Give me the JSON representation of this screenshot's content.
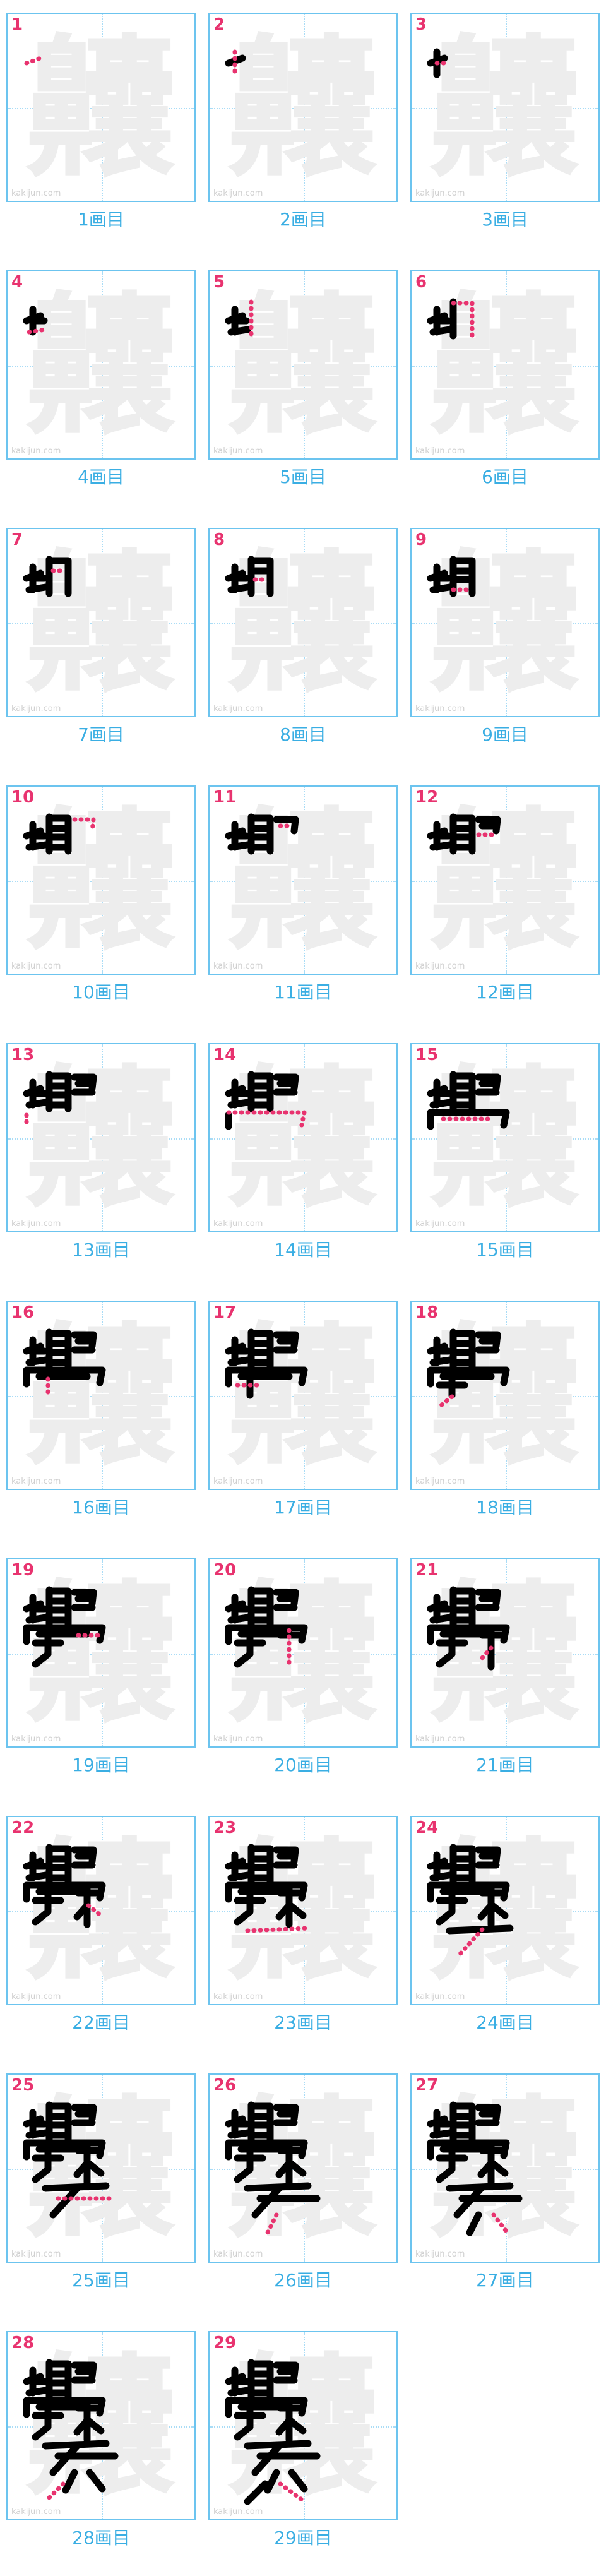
{
  "character": "齉",
  "watermark": "kakijun.com",
  "colors": {
    "border": "#6cc4ef",
    "label": "#3aaee3",
    "number": "#e8336f",
    "ghost": "#ededed",
    "stroke": "#000000",
    "current_stroke": "#e8336f"
  },
  "steps": [
    {
      "num": "1",
      "label": "1画目"
    },
    {
      "num": "2",
      "label": "2画目"
    },
    {
      "num": "3",
      "label": "3画目"
    },
    {
      "num": "4",
      "label": "4画目"
    },
    {
      "num": "5",
      "label": "5画目"
    },
    {
      "num": "6",
      "label": "6画目"
    },
    {
      "num": "7",
      "label": "7画目"
    },
    {
      "num": "8",
      "label": "8画目"
    },
    {
      "num": "9",
      "label": "9画目"
    },
    {
      "num": "10",
      "label": "10画目"
    },
    {
      "num": "11",
      "label": "11画目"
    },
    {
      "num": "12",
      "label": "12画目"
    },
    {
      "num": "13",
      "label": "13画目"
    },
    {
      "num": "14",
      "label": "14画目"
    },
    {
      "num": "15",
      "label": "15画目"
    },
    {
      "num": "16",
      "label": "16画目"
    },
    {
      "num": "17",
      "label": "17画目"
    },
    {
      "num": "18",
      "label": "18画目"
    },
    {
      "num": "19",
      "label": "19画目"
    },
    {
      "num": "20",
      "label": "20画目"
    },
    {
      "num": "21",
      "label": "21画目"
    },
    {
      "num": "22",
      "label": "22画目"
    },
    {
      "num": "23",
      "label": "23画目"
    },
    {
      "num": "24",
      "label": "24画目"
    },
    {
      "num": "25",
      "label": "25画目"
    },
    {
      "num": "26",
      "label": "26画目"
    },
    {
      "num": "27",
      "label": "27画目"
    },
    {
      "num": "28",
      "label": "28画目"
    },
    {
      "num": "29",
      "label": "29画目"
    }
  ]
}
